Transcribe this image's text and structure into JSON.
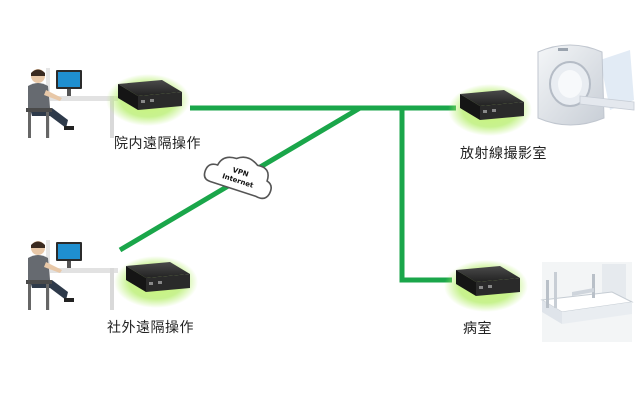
{
  "nodes": {
    "internal_remote": {
      "label": "院内遠隔操作"
    },
    "external_remote": {
      "label": "社外遠隔操作"
    },
    "radiology_room": {
      "label": "放射線撮影室"
    },
    "ward": {
      "label": "病室"
    }
  },
  "cloud": {
    "line1": "VPN",
    "line2": "Internet"
  },
  "colors": {
    "network_line": "#1aa64a",
    "device_glow": "#b8f070",
    "device_body": "#1e1e1e",
    "monitor_screen": "#1f8fd0"
  },
  "icons": {
    "operator": "person-at-desk-icon",
    "device": "network-box-icon",
    "cloud": "cloud-icon",
    "ct_scanner": "ct-scanner-icon",
    "hospital_bed": "hospital-bed-icon"
  }
}
